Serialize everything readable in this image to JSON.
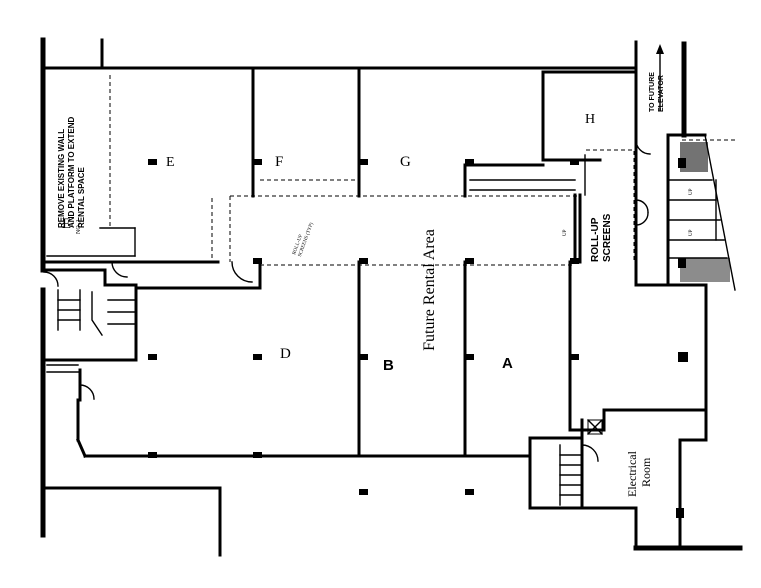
{
  "rooms": {
    "A": "A",
    "B": "B",
    "D": "D",
    "E": "E",
    "E_small": "E",
    "F": "F",
    "G": "G",
    "H": "H"
  },
  "future_rental_area": "Future Rental Area",
  "remove_note": [
    "REMOVE EXISTING WALL",
    "AND PLATFORM TO EXTEND",
    "RENTAL SPACE"
  ],
  "roll_up_screens": [
    "ROLL-UP",
    "SCREENS"
  ],
  "roll_up_small": [
    "ROLL-UP",
    "SCREENS (TYP)"
  ],
  "to_future_elevator": [
    "TO FUTURE",
    "ELEVATOR"
  ],
  "electrical_room": [
    "Electrical",
    "Room"
  ],
  "small_code": "NO. 1",
  "up_marks": [
    "UP",
    "UP",
    "UP"
  ]
}
